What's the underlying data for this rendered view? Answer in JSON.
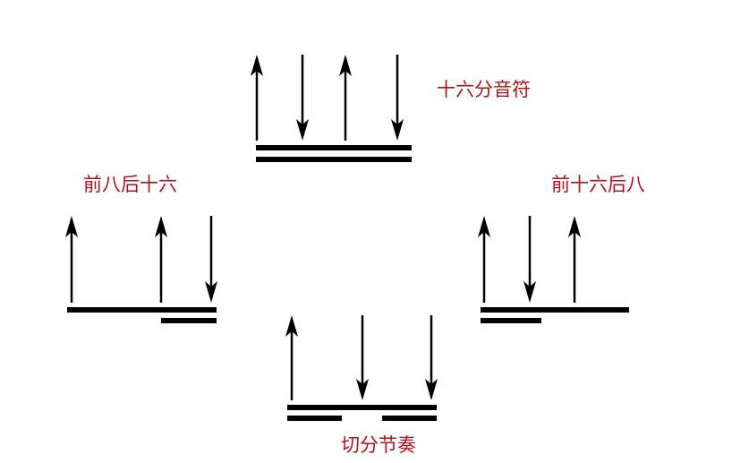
{
  "colors": {
    "label": "#b0121b",
    "ink": "#000000",
    "background": "#ffffff"
  },
  "patterns": {
    "sixteenth": {
      "label": "十六分音符",
      "strokes": [
        "up",
        "down",
        "up",
        "down"
      ]
    },
    "eighth_two_sixteenths": {
      "label": "前八后十六",
      "strokes": [
        "up",
        "up",
        "down"
      ]
    },
    "two_sixteenths_eighth": {
      "label": "前十六后八",
      "strokes": [
        "up",
        "down",
        "up"
      ]
    },
    "syncopation": {
      "label": "切分节奏",
      "strokes": [
        "up",
        "down",
        "down"
      ]
    }
  }
}
